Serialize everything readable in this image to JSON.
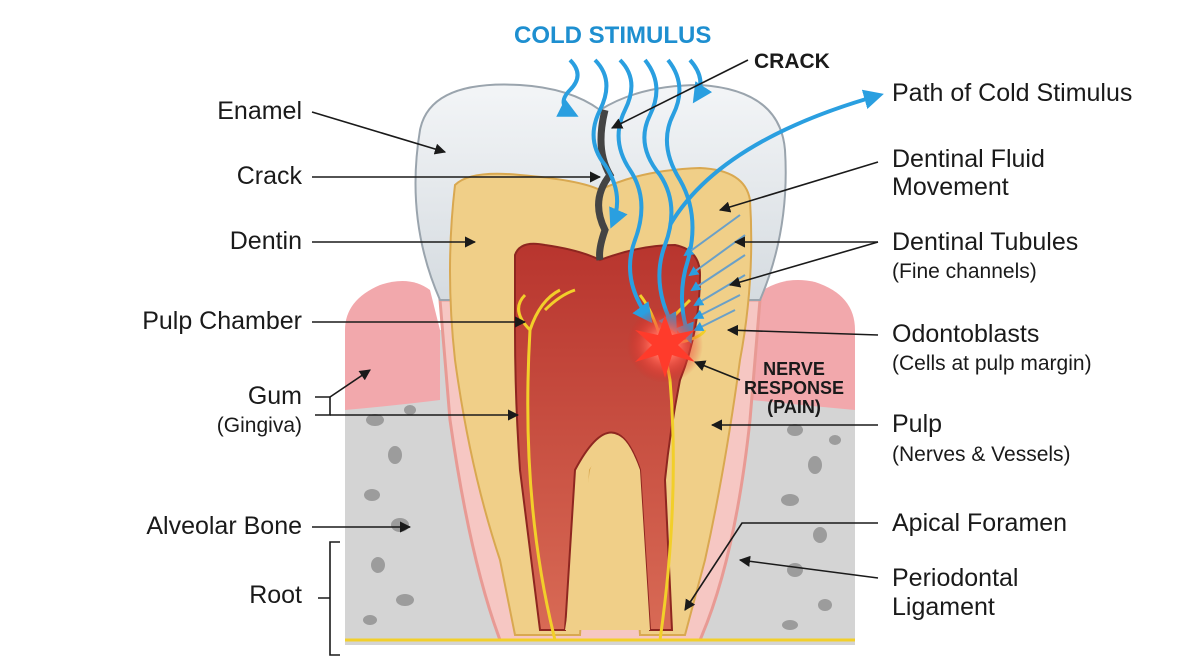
{
  "header": {
    "cold_stimulus": "COLD STIMULUS",
    "crack": "CRACK"
  },
  "left_labels": {
    "enamel": "Enamel",
    "crack": "Crack",
    "dentin": "Dentin",
    "pulp_chamber": "Pulp Chamber",
    "gum": "Gum",
    "gum_sub": "(Gingiva)",
    "alveolar_bone": "Alveolar Bone",
    "root": "Root"
  },
  "right_labels": {
    "path": "Path of Cold Stimulus",
    "fluid_1": "Dentinal Fluid",
    "fluid_2": "Movement",
    "tubules": "Dentinal Tubules",
    "tubules_sub": "(Fine channels)",
    "odonto": "Odontoblasts",
    "odonto_sub": "(Cells at pulp margin)",
    "pulp": "Pulp",
    "pulp_sub": "(Nerves & Vessels)",
    "apical": "Apical Foramen",
    "perio_1": "Periodontal",
    "perio_2": "Ligament"
  },
  "center": {
    "nerve_1": "NERVE",
    "nerve_2": "RESPONSE",
    "nerve_3": "(PAIN)"
  },
  "colors": {
    "stimulus_blue": "#2a9fe0",
    "enamel": "#e4e8ec",
    "dentin": "#f0cf88",
    "pulp": "#c0413a",
    "gum": "#f2a8ac",
    "bone": "#d4d4d4",
    "nerve": "#f2cf2a"
  }
}
